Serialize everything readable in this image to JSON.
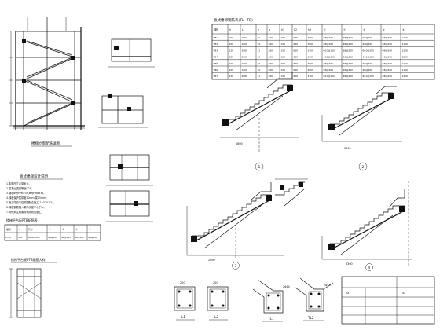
{
  "sheet": {
    "elevation_caption": "楼梯立面配筋详图",
    "table_title": "板式楼梯钢筋表(TL~TB)",
    "table_headers": [
      "梯板",
      "h",
      "L",
      "n",
      "b",
      "h1",
      "h2",
      "h3",
      "①",
      "②",
      "③",
      "④",
      "⑤"
    ],
    "table_rows": [
      [
        "TB1",
        "100",
        "1800",
        "10",
        "260",
        "150",
        "600",
        "3000",
        "Φ8@200",
        "Φ8@200",
        "Φ8@200",
        "Φ8@200",
        "1150"
      ],
      [
        "TB2",
        "100",
        "1800",
        "10",
        "260",
        "150",
        "600",
        "3000",
        "Φ8@200",
        "Φ8@200",
        "Φ8@200",
        "Φ8@200",
        "1150"
      ],
      [
        "TB3",
        "120",
        "2080",
        "11",
        "260",
        "150",
        "600",
        "3300",
        "Φ10@150",
        "Φ8@200",
        "Φ10@150",
        "Φ8@200",
        "1250"
      ],
      [
        "TB4",
        "120",
        "2080",
        "11",
        "260",
        "150",
        "600",
        "3300",
        "Φ10@150",
        "Φ8@200",
        "Φ10@150",
        "Φ8@200",
        "1250"
      ],
      [
        "TB5",
        "100",
        "1800",
        "10",
        "260",
        "150",
        "600",
        "3000",
        "Φ8@200",
        "Φ8@200",
        "Φ8@200",
        "Φ8@200",
        "1150"
      ],
      [
        "TB6",
        "100",
        "1800",
        "10",
        "260",
        "150",
        "600",
        "3000",
        "Φ8@200",
        "Φ8@200",
        "Φ8@200",
        "Φ8@200",
        "1150"
      ],
      [
        "TB7",
        "120",
        "2080",
        "11",
        "260",
        "150",
        "600",
        "3300",
        "Φ10@150",
        "Φ8@200",
        "Φ10@150",
        "Φ8@200",
        "1250"
      ]
    ],
    "notes_title": "板式楼梯设计说明",
    "notes": [
      "1.本图尺寸以毫米计。",
      "2.混凝土强度等级C25。",
      "3.钢筋Φ为HPB235,Φ为HRB335。",
      "4.梯板保护层厚度20mm,梁25mm。",
      "5.施工时应与建筑图配合施工(11G101-2)。",
      "6.梯板钢筋锚入梁内长度不小于la。",
      "7.其他未注明者按相关规范施工。"
    ],
    "small_table_title": "楼梯平台板PTB配筋表",
    "small_table_headers": [
      "编号",
      "h",
      "尺寸",
      "①",
      "②",
      "③",
      "④"
    ],
    "small_table_rows": [
      [
        "PTB1",
        "100",
        "1400x2600",
        "Φ8@200",
        "Φ8@200",
        "Φ8@200",
        "Φ8@200"
      ]
    ],
    "platform_caption": "楼梯平台板PTB配筋大样",
    "section_labels": [
      "1",
      "2",
      "3",
      "4"
    ],
    "beam_labels": [
      "L1",
      "L2",
      "TL1",
      "TL2"
    ],
    "beam_dim": "200",
    "tl_dim": "2Φ14",
    "stair_dims": [
      "1800",
      "3000",
      "2080",
      "3300"
    ],
    "footer": [
      "XX",
      "XX"
    ]
  }
}
